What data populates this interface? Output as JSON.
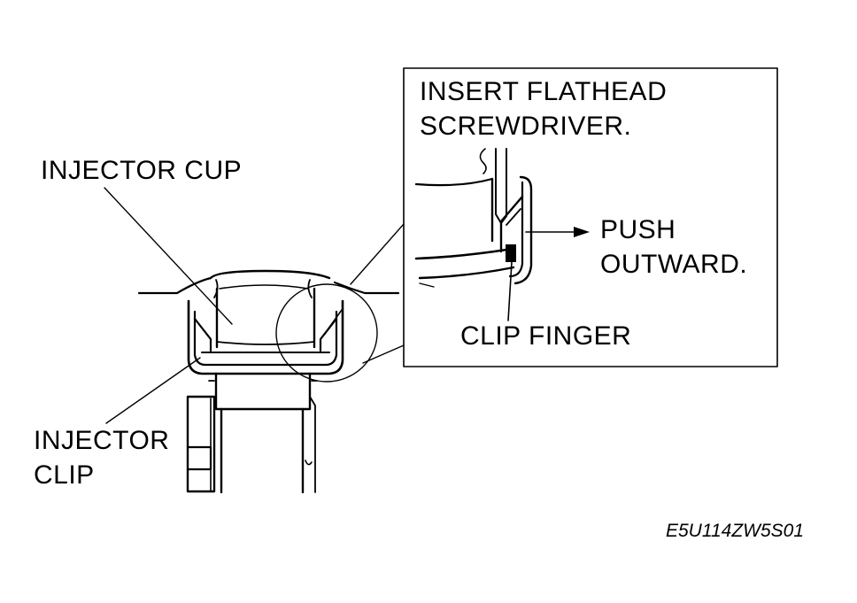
{
  "labels": {
    "injector_cup": "INJECTOR CUP",
    "injector_clip_line1": "INJECTOR",
    "injector_clip_line2": "CLIP",
    "insert_line1": "INSERT FLATHEAD",
    "insert_line2": "SCREWDRIVER.",
    "push_line1": "PUSH",
    "push_line2": "OUTWARD.",
    "clip_finger": "CLIP FINGER"
  },
  "figure_code": "E5U114ZW5S01",
  "colors": {
    "line": "#000000",
    "background": "#ffffff",
    "shade": "#8a8a8a"
  },
  "icons": {
    "direction_arrow": "arrow-right-icon"
  }
}
